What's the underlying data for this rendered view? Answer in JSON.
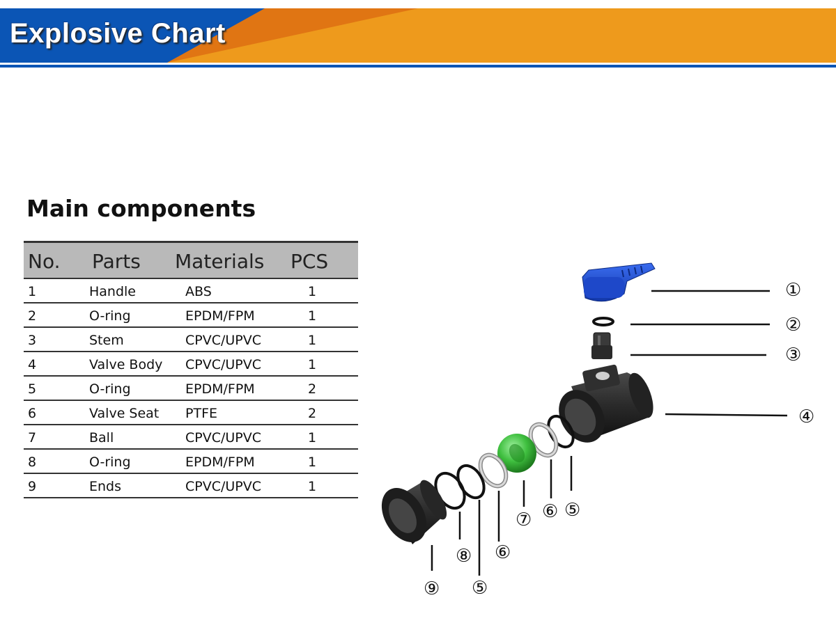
{
  "banner": {
    "title": "Explosive Chart",
    "colors": {
      "blue": "#0b55b5",
      "orange": "#ee9a1c",
      "dark_orange": "#dd6e12"
    }
  },
  "section_title": "Main components",
  "table": {
    "headers": {
      "no": "No.",
      "parts": "Parts",
      "materials": "Materials",
      "pcs": "PCS"
    },
    "rows": [
      {
        "no": "1",
        "part": "Handle",
        "material": "ABS",
        "pcs": "1"
      },
      {
        "no": "2",
        "part": "O-ring",
        "material": "EPDM/FPM",
        "pcs": "1"
      },
      {
        "no": "3",
        "part": "Stem",
        "material": "CPVC/UPVC",
        "pcs": "1"
      },
      {
        "no": "4",
        "part": "Valve Body",
        "material": "CPVC/UPVC",
        "pcs": "1"
      },
      {
        "no": "5",
        "part": "O-ring",
        "material": "EPDM/FPM",
        "pcs": "2"
      },
      {
        "no": "6",
        "part": "Valve Seat",
        "material": "PTFE",
        "pcs": "2"
      },
      {
        "no": "7",
        "part": "Ball",
        "material": "CPVC/UPVC",
        "pcs": "1"
      },
      {
        "no": "8",
        "part": "O-ring",
        "material": "EPDM/FPM",
        "pcs": "1"
      },
      {
        "no": "9",
        "part": "Ends",
        "material": "CPVC/UPVC",
        "pcs": "1"
      }
    ],
    "header_bg": "#b9b9b9"
  },
  "diagram": {
    "labels": {
      "handle": "①",
      "oring_top": "②",
      "stem": "③",
      "body": "④",
      "oring_right": "⑤",
      "seat_right": "⑥",
      "ball": "⑦",
      "seat_left": "⑥",
      "oring_left": "⑤",
      "oring_end": "⑧",
      "ends": "⑨"
    },
    "colors": {
      "handle": "#1f4fd6",
      "ball": "#3fbf3f",
      "body": "#2b2b2b"
    }
  }
}
